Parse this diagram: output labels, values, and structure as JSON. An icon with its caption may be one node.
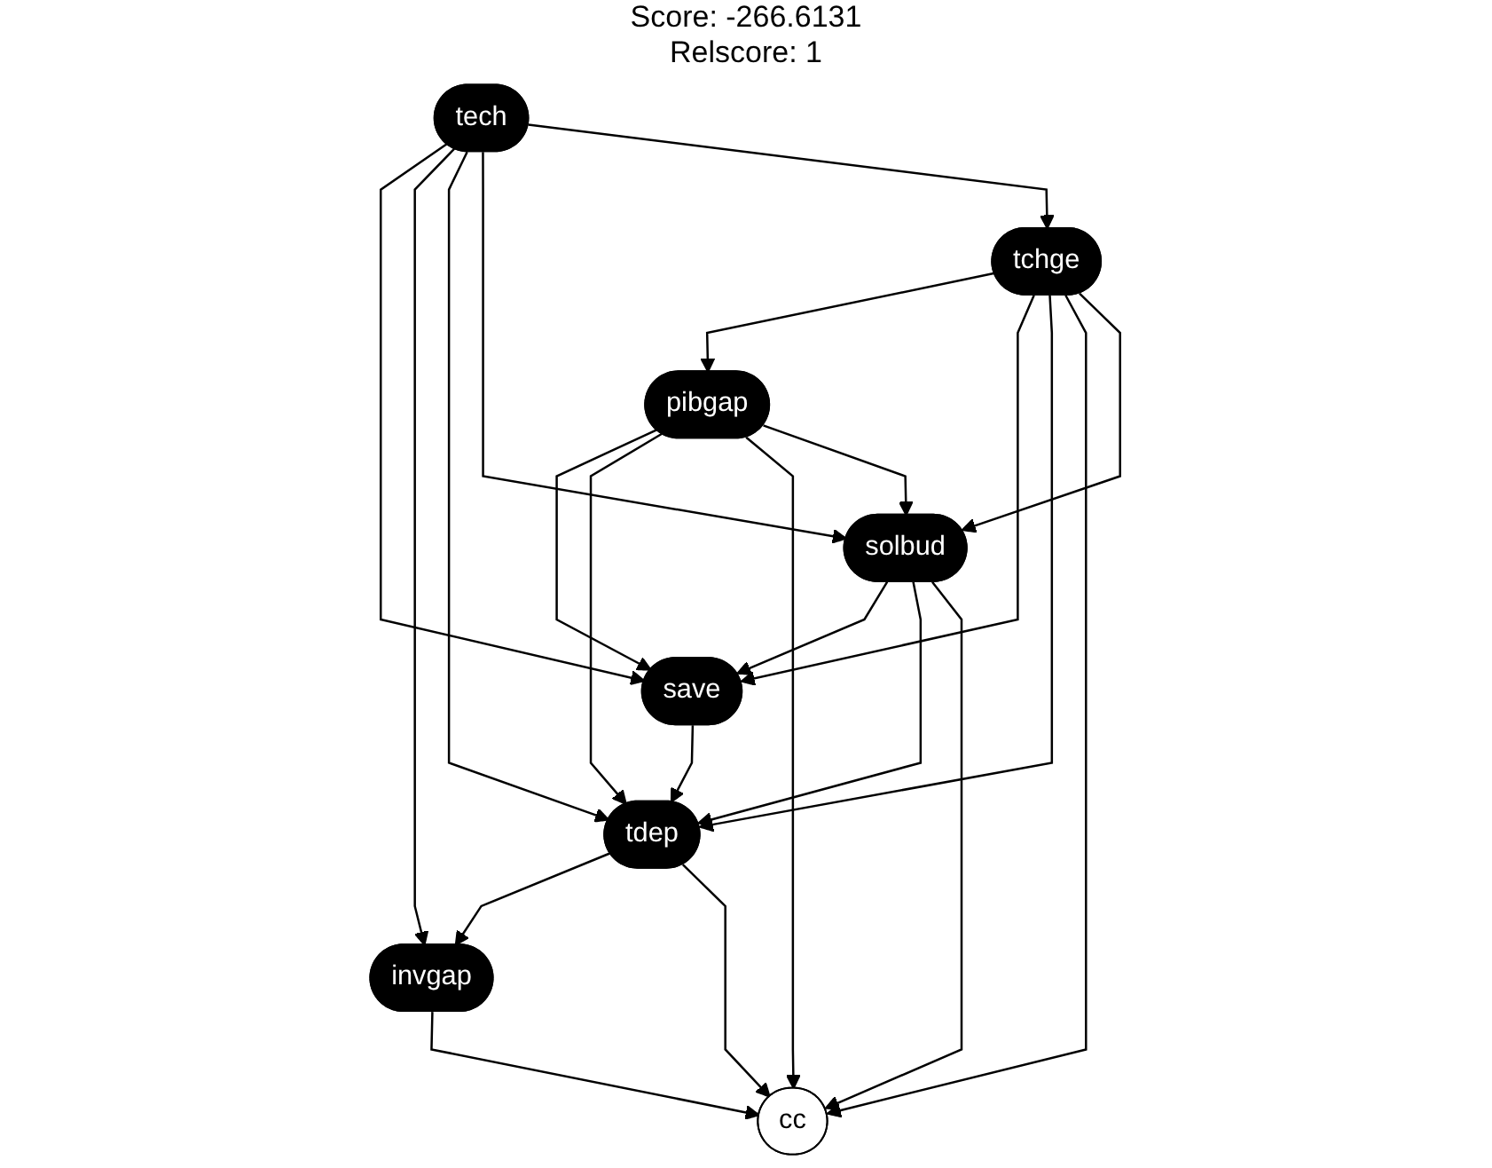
{
  "diagram": {
    "title": "Score: -266.6131",
    "nodes": [
      {
        "text": [
          "save"
        ]
      },
      {
        "text": [
          "invgap"
        ]
      },
      {
        "text": [
          "tdep"
        ]
      },
      {
        "text": [
          "pibgap"
        ]
      },
      {
        "text": [
          "tchge"
        ]
      },
      {
        "text": [
          "cc"
        ]
      },
      {
        "text": [
          "tech"
        ]
      },
      {
        "text": [
          "solbud"
        ]
      }
    ],
    "edges": [
      {
        "from": 0,
        "to": 2,
        "arrow": "to"
      },
      {
        "from": 2,
        "to": 1,
        "arrow": "to"
      },
      {
        "from": 1,
        "to": 5,
        "arrow": "to"
      },
      {
        "from": 3,
        "to": 0,
        "arrow": "to"
      },
      {
        "from": 3,
        "to": 2,
        "arrow": "to"
      },
      {
        "from": 4,
        "to": 3,
        "arrow": "to"
      },
      {
        "from": 3,
        "to": 5,
        "arrow": "to"
      },
      {
        "from": 3,
        "to": 7,
        "arrow": "to"
      },
      {
        "from": 7,
        "to": 0,
        "arrow": "to"
      },
      {
        "from": 6,
        "to": 0,
        "arrow": "to"
      },
      {
        "from": 4,
        "to": 0,
        "arrow": "to"
      },
      {
        "from": 6,
        "to": 1,
        "arrow": "to"
      },
      {
        "from": 2,
        "to": 5,
        "arrow": "to"
      },
      {
        "from": 7,
        "to": 2,
        "arrow": "to"
      },
      {
        "from": 6,
        "to": 2,
        "arrow": "to"
      },
      {
        "from": 4,
        "to": 2,
        "arrow": "to"
      },
      {
        "from": 4,
        "to": 5,
        "arrow": "to"
      },
      {
        "from": 4,
        "to": 7,
        "arrow": "to"
      },
      {
        "from": 6,
        "to": 7,
        "arrow": "to"
      },
      {
        "from": 6,
        "to": 4,
        "arrow": "to"
      },
      {
        "from": 7,
        "to": 5,
        "arrow": "to"
      }
    ],
    "labels": [
      "Relscore: 1"
    ]
  }
}
